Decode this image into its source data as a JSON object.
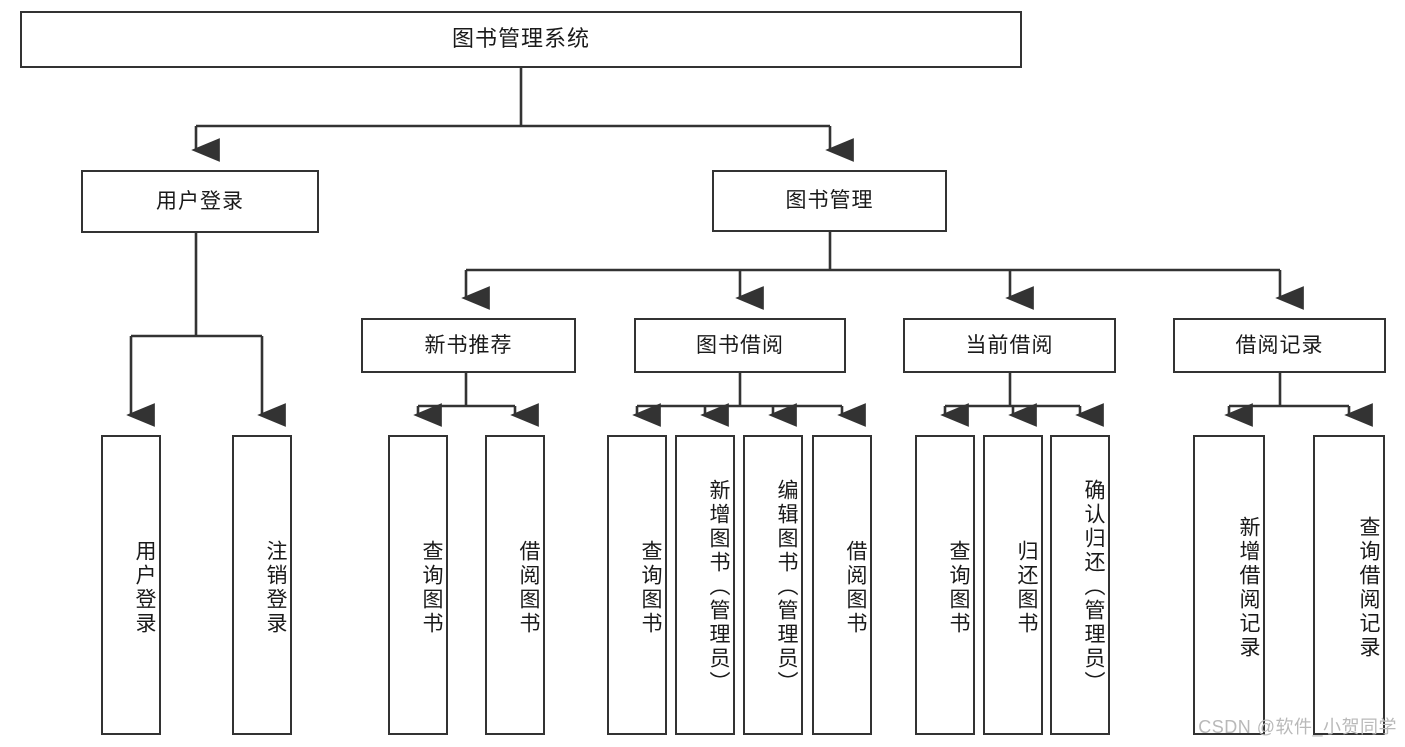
{
  "diagram": {
    "title": "图书管理系统",
    "type": "hierarchy-tree",
    "watermark": "CSDN @软件_小贺同学",
    "colors": {
      "box_border": "#333333",
      "box_fill": "#ffffff",
      "text": "#1a1a1a",
      "edge": "#333333",
      "watermark": "#b9b9b9"
    },
    "nodes": {
      "root": {
        "label": "图书管理系统"
      },
      "level1": [
        {
          "id": "user-login",
          "label": "用户登录"
        },
        {
          "id": "book-manage",
          "label": "图书管理"
        }
      ],
      "level2": [
        {
          "id": "new-book-recommend",
          "label": "新书推荐"
        },
        {
          "id": "book-borrow",
          "label": "图书借阅"
        },
        {
          "id": "current-borrow",
          "label": "当前借阅"
        },
        {
          "id": "borrow-record",
          "label": "借阅记录"
        }
      ],
      "leaves": {
        "user_login": [
          {
            "id": "leaf-user-login",
            "label": "用户登录"
          },
          {
            "id": "leaf-user-logout",
            "label": "注销登录"
          }
        ],
        "new_book_recommend": [
          {
            "id": "leaf-query-book-1",
            "label": "查询图书"
          },
          {
            "id": "leaf-borrow-book-1",
            "label": "借阅图书"
          }
        ],
        "book_borrow": [
          {
            "id": "leaf-query-book-2",
            "label": "查询图书"
          },
          {
            "id": "leaf-add-book",
            "label": "新增图书（管理员）"
          },
          {
            "id": "leaf-edit-book",
            "label": "编辑图书（管理员）"
          },
          {
            "id": "leaf-borrow-book-2",
            "label": "借阅图书"
          }
        ],
        "current_borrow": [
          {
            "id": "leaf-query-book-3",
            "label": "查询图书"
          },
          {
            "id": "leaf-return-book",
            "label": "归还图书"
          },
          {
            "id": "leaf-confirm-return",
            "label": "确认归还（管理员）"
          }
        ],
        "borrow_record": [
          {
            "id": "leaf-add-record",
            "label": "新增借阅记录"
          },
          {
            "id": "leaf-query-record",
            "label": "查询借阅记录"
          }
        ]
      }
    }
  }
}
